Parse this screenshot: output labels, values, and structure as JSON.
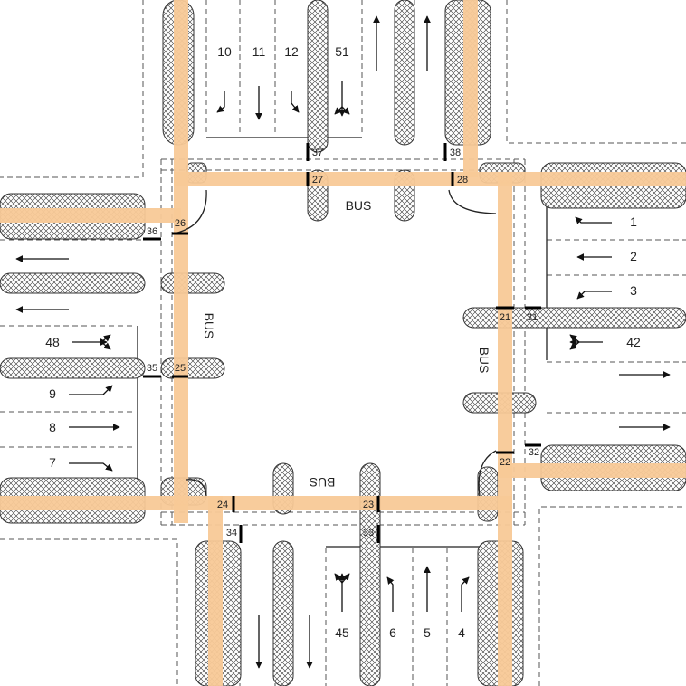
{
  "lanes": {
    "north": [
      "10",
      "11",
      "12",
      "51"
    ],
    "east": [
      "1",
      "2",
      "3",
      "42"
    ],
    "west": [
      "48",
      "9",
      "8",
      "7"
    ],
    "south": [
      "45",
      "6",
      "5",
      "4"
    ]
  },
  "crosswalk_signals": {
    "inner": [
      "21",
      "22",
      "23",
      "24",
      "25",
      "26",
      "27",
      "28"
    ],
    "outer": [
      "31",
      "32",
      "33",
      "34",
      "35",
      "36",
      "37",
      "38"
    ]
  },
  "bus_label": "BUS",
  "colors": {
    "crosswalk": "#f8c997",
    "island_fill": "#ffffff",
    "island_hatch": "#333333"
  }
}
